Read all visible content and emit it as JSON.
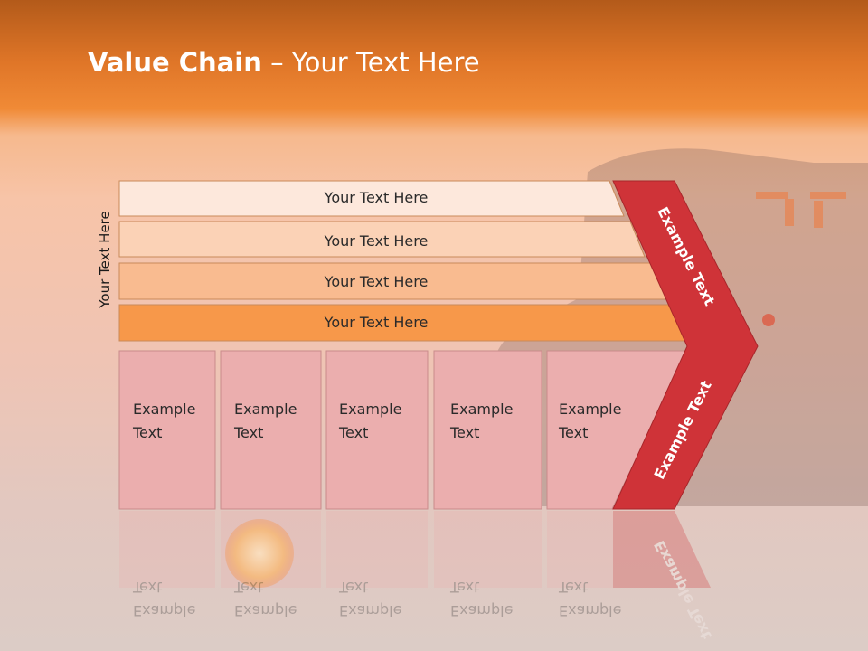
{
  "slide": {
    "title_bold": "Value Chain",
    "title_rest": " – Your Text Here",
    "vertical_label": "Your Text Here"
  },
  "rows": [
    {
      "label": "Your Text Here",
      "color": "#fde8dc"
    },
    {
      "label": "Your Text Here",
      "color": "#fbd2b6"
    },
    {
      "label": "Your Text Here",
      "color": "#f9bb90"
    },
    {
      "label": "Your Text Here",
      "color": "#f7984a"
    }
  ],
  "columns": [
    {
      "line1": "Example",
      "line2": "Text"
    },
    {
      "line1": "Example",
      "line2": "Text"
    },
    {
      "line1": "Example",
      "line2": "Text"
    },
    {
      "line1": "Example",
      "line2": "Text"
    },
    {
      "line1": "Example",
      "line2": "Text"
    }
  ],
  "chevron": {
    "upper_text": "Example Text",
    "lower_text": "Example Text",
    "color": "#cf3338"
  },
  "colors": {
    "column_fill": "#ebaeae",
    "column_stroke": "#c98b8b",
    "row_stroke": "#c98a5a"
  }
}
